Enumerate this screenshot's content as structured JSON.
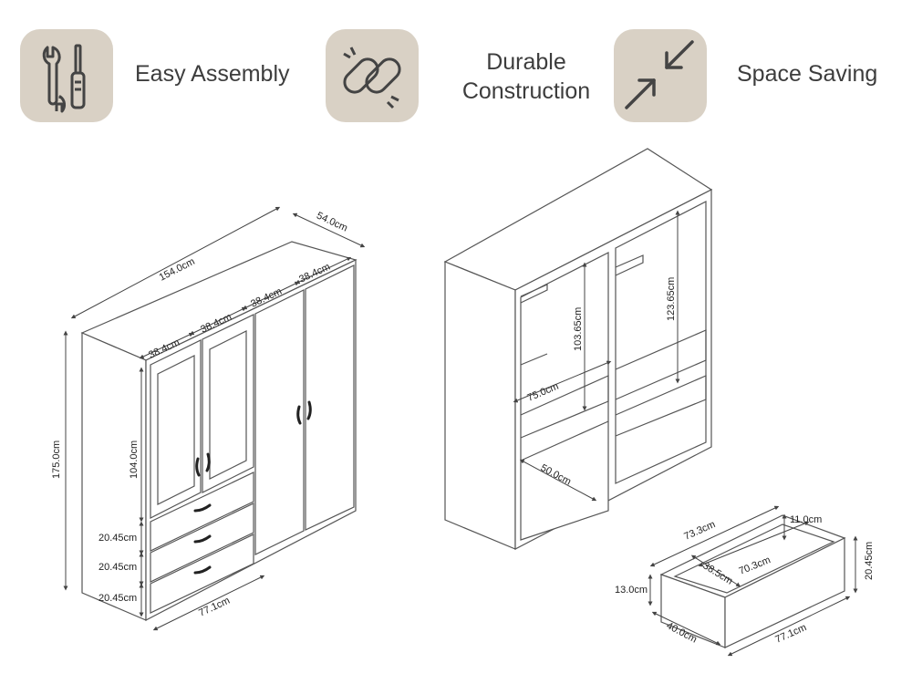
{
  "features": [
    {
      "label": "Easy Assembly",
      "icon": "tools-icon"
    },
    {
      "label_line1": "Durable",
      "label_line2": "Construction",
      "icon": "chain-link-icon"
    },
    {
      "label": "Space Saving",
      "icon": "compress-arrows-icon"
    }
  ],
  "colors": {
    "tile": "#d9d1c5",
    "icon": "#444444",
    "line": "#555555"
  },
  "dimensions": {
    "wardrobe": {
      "width": "154.0cm",
      "depth": "54.0cm",
      "height": "175.0cm",
      "door_widths": [
        "38.4cm",
        "38.4cm",
        "38.4cm",
        "38.4cm"
      ],
      "door_height": "104.0cm",
      "drawer_heights": [
        "20.45cm",
        "20.45cm",
        "20.45cm"
      ],
      "drawer_section_width": "77.1cm"
    },
    "interior": {
      "left_hanging_height": "103.65cm",
      "right_hanging_height": "123.65cm",
      "shelf_width": "75.0cm",
      "lower_shelf_depth": "50.0cm"
    },
    "drawer": {
      "outer_width": "73.3cm",
      "back_height": "11.0cm",
      "inner_width": "70.3cm",
      "inner_depth": "38.5cm",
      "front_height": "20.45cm",
      "side_height": "13.0cm",
      "depth": "40.0cm",
      "front_width": "77.1cm"
    }
  }
}
